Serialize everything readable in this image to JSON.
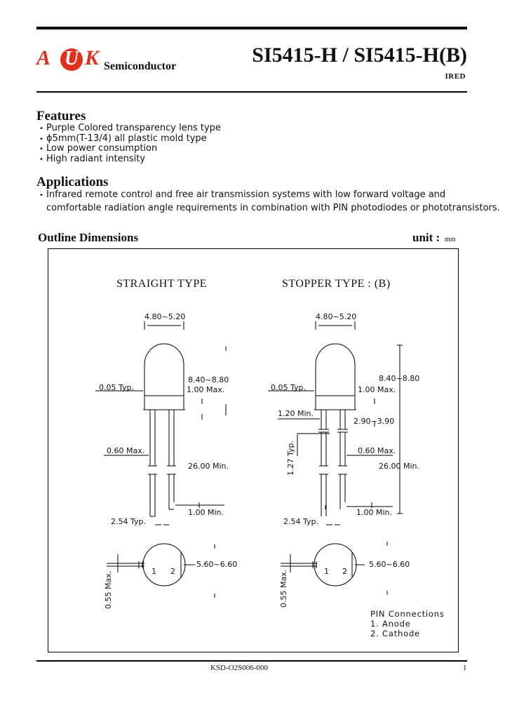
{
  "header": {
    "logo_letters": [
      "A",
      "U",
      "K"
    ],
    "logo_text": "Semiconductor",
    "title": "SI5415-H / SI5415-H(B)",
    "category": "IRED",
    "brand_color": "#e0301e"
  },
  "features": {
    "heading": "Features",
    "items": [
      "Purple Colored transparency lens type",
      "ϕ5mm(T-13/4) all plastic mold type",
      "Low power consumption",
      "High radiant intensity"
    ]
  },
  "applications": {
    "heading": "Applications",
    "line1": "Infrared remote control and free air transmission systems with low forward voltage and",
    "line2": "comfortable radiation angle requirements in combination with PIN photodiodes or phototransistors."
  },
  "outline": {
    "heading": "Outline Dimensions",
    "unit_label": "unit :",
    "unit_value": "mm",
    "straight": {
      "caption": "STRAIGHT   TYPE",
      "width": "4.80~5.20",
      "height": "8.40~8.80",
      "flange": "1.00 Max.",
      "typ": "0.05 Typ.",
      "lead": "0.60 Max.",
      "length": "26.00 Min.",
      "bottom": "1.00 Min.",
      "pitch": "2.54 Typ.",
      "dia": "5.60~6.60",
      "side": "0.55 Max.",
      "pin1": "1",
      "pin2": "2"
    },
    "stopper": {
      "caption": "STOPPER   TYPE : (B)",
      "width": "4.80~5.20",
      "height": "8.40~8.80",
      "flange": "1.00 Max.",
      "typ": "0.05 Typ.",
      "stopper_min": "1.20 Min.",
      "stopper_range": "2.90~3.90",
      "vertical": "1.27 Typ.",
      "lead": "0.60 Max.",
      "length": "26.00 Min.",
      "bottom": "1.00 Min.",
      "pitch": "2.54 Typ.",
      "dia": "5.60~6.60",
      "side": "0.55 Max.",
      "pin1": "1",
      "pin2": "2"
    },
    "pins": {
      "title": "PIN Connections",
      "anode": "1. Anode",
      "cathode": "2. Cathode"
    }
  },
  "footer": {
    "doc_code": "KSD-O2S006-000",
    "page": "1"
  }
}
